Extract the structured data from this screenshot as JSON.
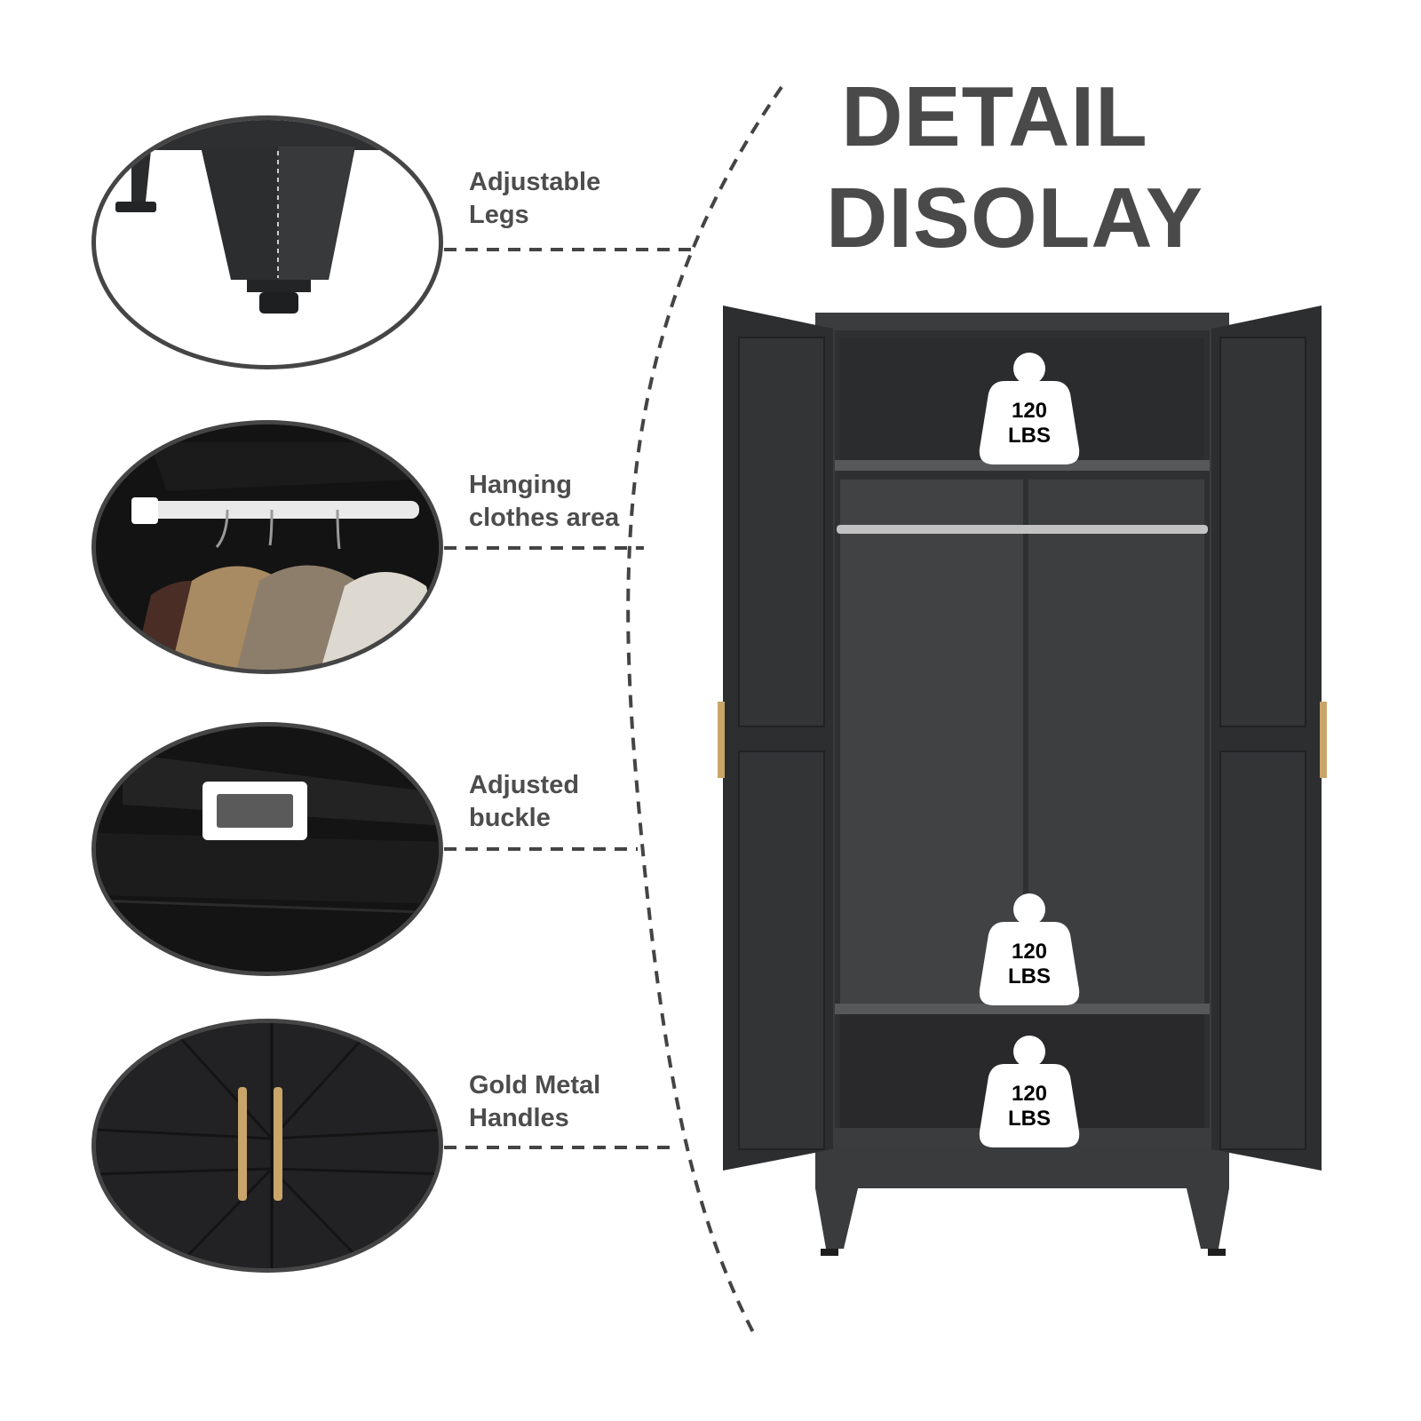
{
  "heading": {
    "line1": "DETAIL",
    "line2": "DISOLAY"
  },
  "features": [
    {
      "line1": "Adjustable",
      "line2": "Legs",
      "icon": "adjustable-leg-detail"
    },
    {
      "line1": "Hanging",
      "line2": "clothes area",
      "icon": "hanging-rod-detail"
    },
    {
      "line1": "Adjusted",
      "line2": "buckle",
      "icon": "shelf-buckle-detail"
    },
    {
      "line1": "Gold Metal",
      "line2": "Handles",
      "icon": "gold-handles-detail"
    }
  ],
  "weight_badges": [
    {
      "value": "120",
      "unit": "LBS"
    },
    {
      "value": "120",
      "unit": "LBS"
    },
    {
      "value": "120",
      "unit": "LBS"
    }
  ],
  "colors": {
    "cabinet": "#3a3b3d",
    "cabinet_dark": "#2a2b2d",
    "text": "#4a4a4a",
    "handle_gold": "#c9a56a"
  }
}
